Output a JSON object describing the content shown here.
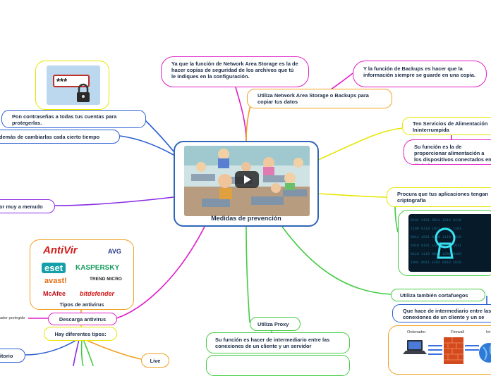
{
  "center": {
    "title": "Medidas de prevención",
    "image": "classroom-cartoon-video-thumbnail"
  },
  "nodes": {
    "nas_role": "Ya que la función de Network Area Storage es la de hacer copias de seguridad de los archivos que tú le indiques en la configuración.",
    "backup_role": "Y la función de Backups es hacer que la información siempre se guarde en una copia.",
    "use_nas": "Utiliza Network Area Storage o Backups para copiar tus datos",
    "ups_services": "Ten Servicios de Alimentación Ininterrumpida",
    "ups_role": "Su función es la de proporcionar alimentación a los dispositivos conectados en él de forma c",
    "crypto": "Procura que tus aplicaciones tengan criptografía",
    "firewall": "Utiliza también cortafuegos",
    "firewall_role": "Que hace de intermediario entre las conexiones de un cliente y un se",
    "proxy": "Utiliza Proxy",
    "proxy_role": "Su función es hacer de intermediario entre las conexiones de un cliente y un servidor",
    "passwords": "Pon contraseñas a todas tus cuentas para protegerlas.",
    "change_passwords": "demás de cambiarlas  cada cierto tiempo",
    "update": "or muy a menudo",
    "antivirus_types_label": "Tipos de antivirus",
    "download_antivirus": "Descarga antivirus",
    "protected_label": "ador protegido",
    "types": "Hay diferentes tipos:",
    "desktop": "ritorio",
    "live": "Live"
  },
  "antivirus_logos": [
    "AntiVir",
    "AVG",
    "eset",
    "KASPERSKY",
    "avast!",
    "TREND MICRO",
    "McAfee",
    "bitdefender"
  ],
  "network_diagram_labels": [
    "Ordenador",
    "Firewall",
    "Int"
  ],
  "password_field_text": "***",
  "colors": {
    "center_border": "#2f66b8",
    "magenta": "#e020c8",
    "orange": "#f0a020",
    "yellow": "#e6e600",
    "green": "#44cc44",
    "blue": "#2a5fd0",
    "purple": "#8a2be2"
  }
}
